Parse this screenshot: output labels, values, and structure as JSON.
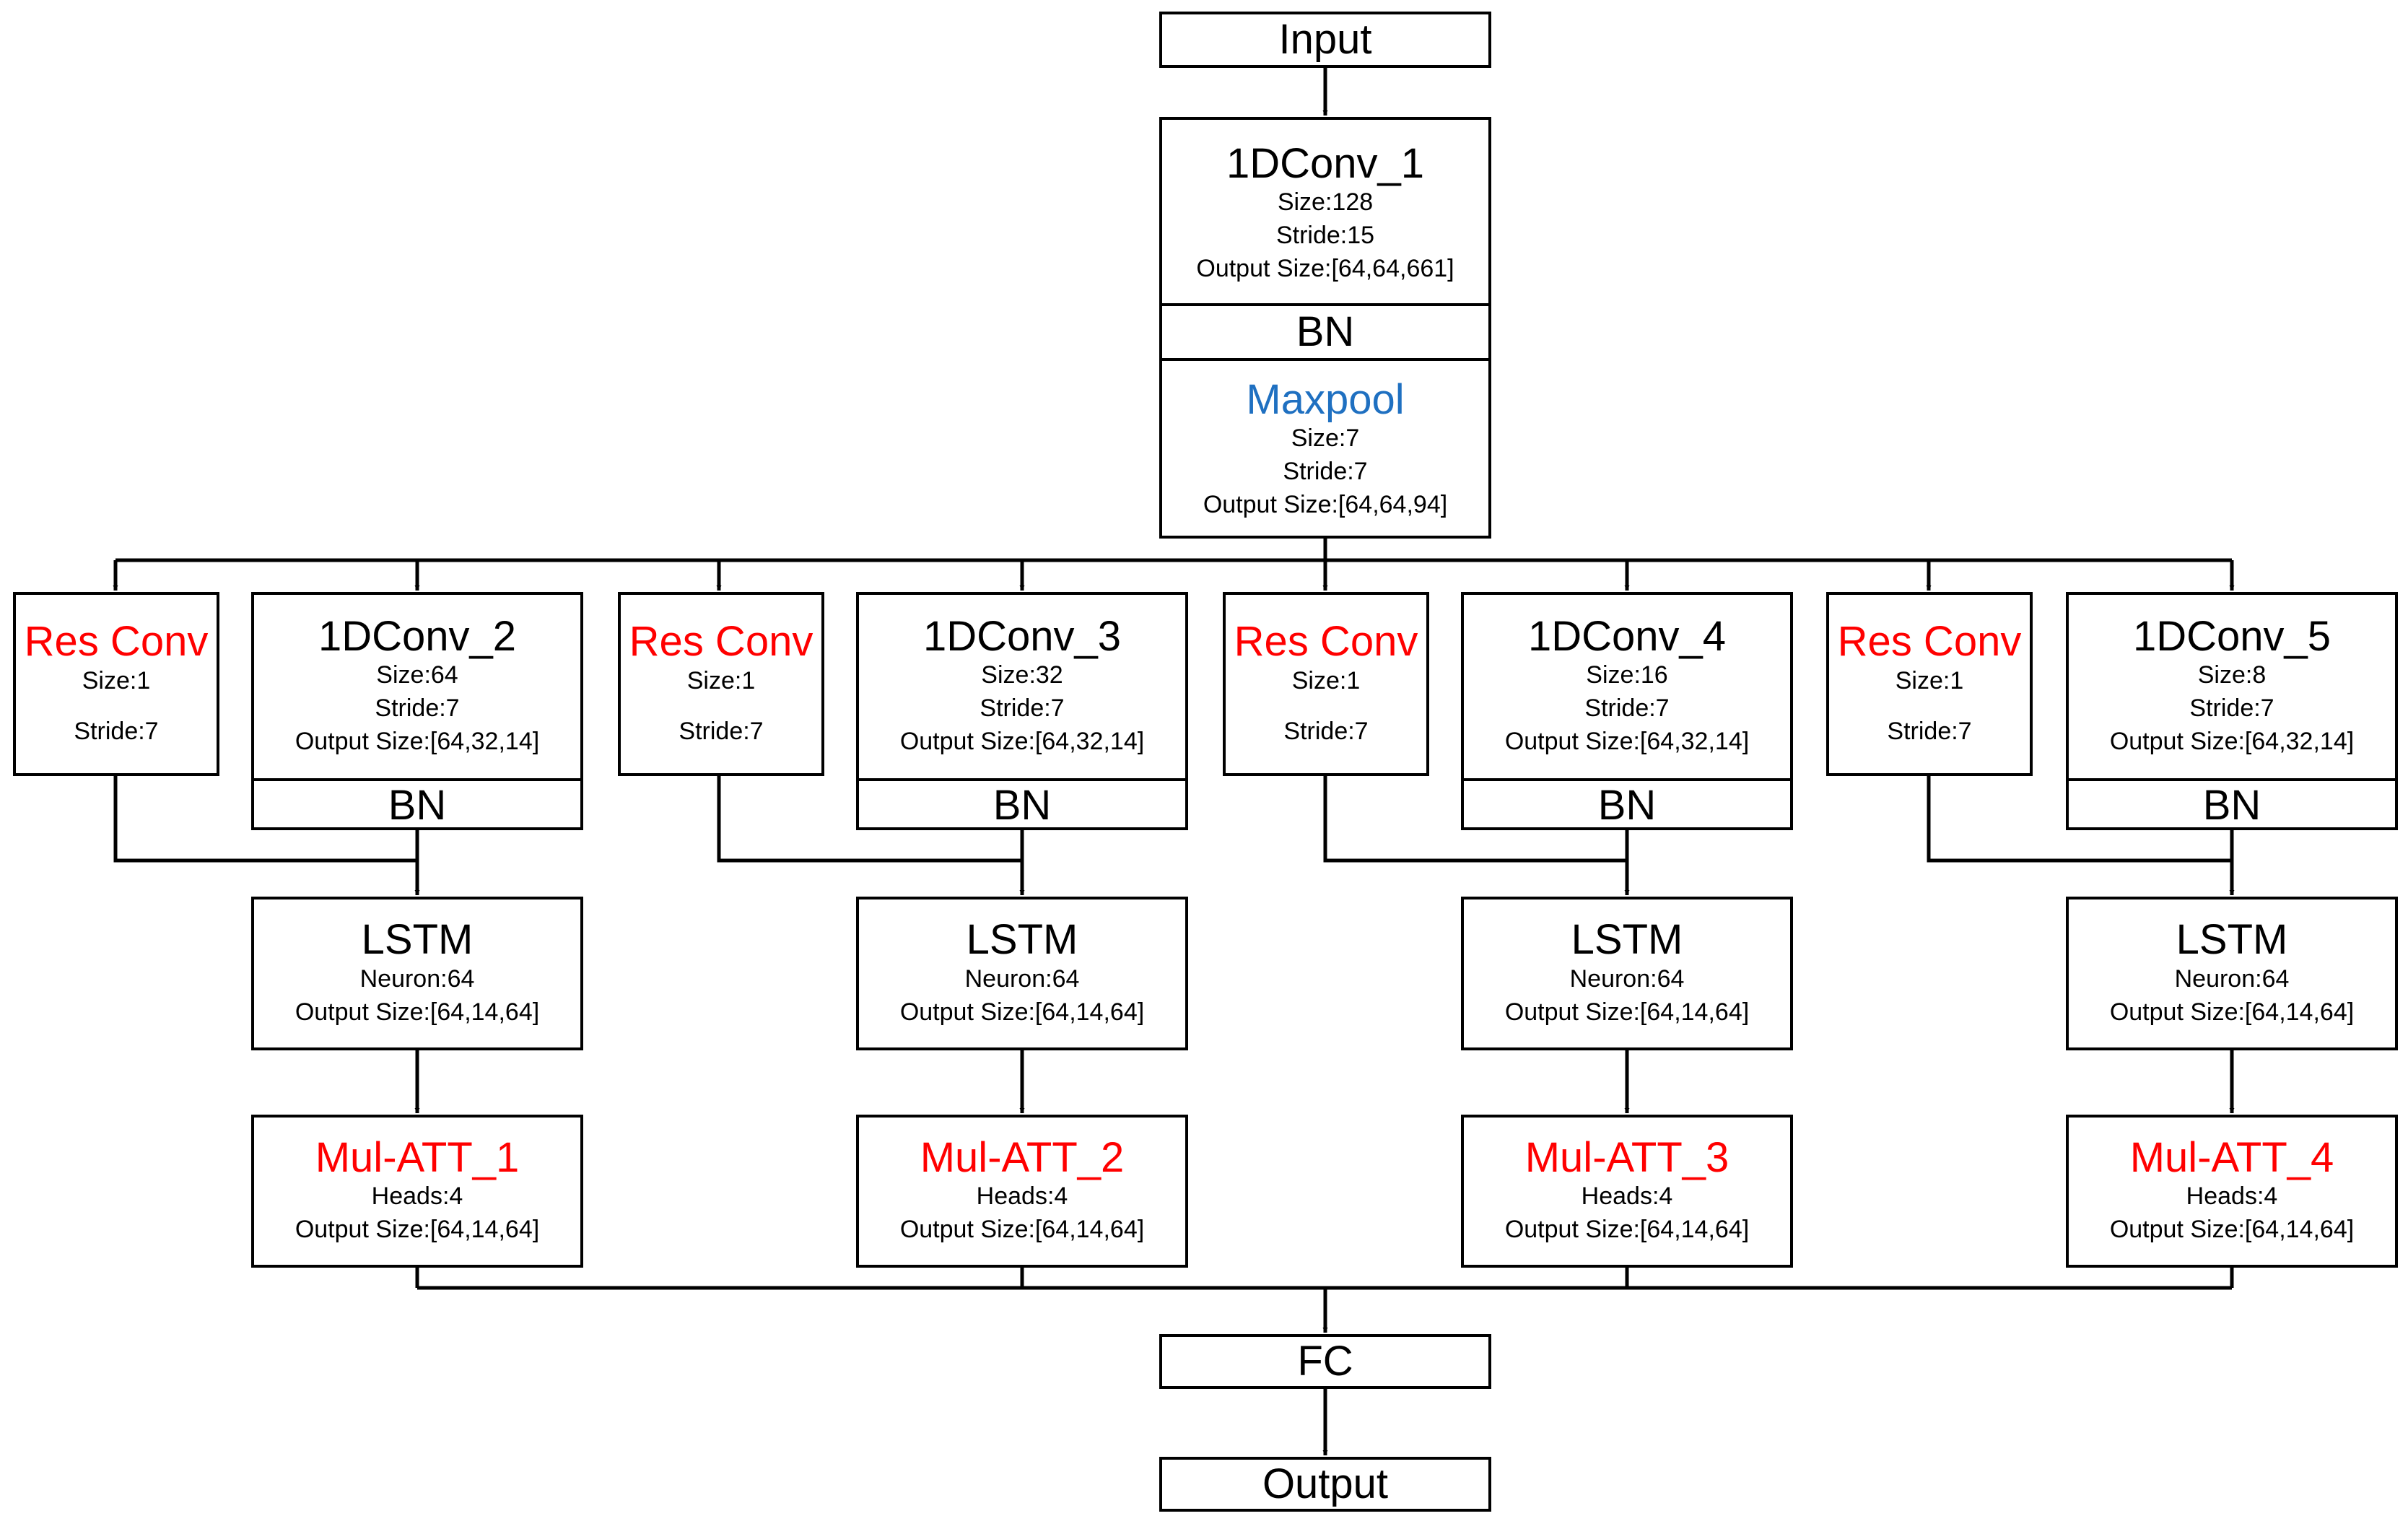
{
  "input": "Input",
  "conv1": {
    "title": "1DConv_1",
    "size": "Size:128",
    "stride": "Stride:15",
    "output": "Output Size:[64,64,661]",
    "bn": "BN"
  },
  "maxpool": {
    "title": "Maxpool",
    "size": "Size:7",
    "stride": "Stride:7",
    "output": "Output Size:[64,64,94]"
  },
  "branches": [
    {
      "res": {
        "title": "Res Conv",
        "size": "Size:1",
        "stride": "Stride:7"
      },
      "conv": {
        "title": "1DConv_2",
        "size": "Size:64",
        "stride": "Stride:7",
        "output": "Output Size:[64,32,14]",
        "bn": "BN"
      },
      "lstm": {
        "title": "LSTM",
        "neuron": "Neuron:64",
        "output": "Output Size:[64,14,64]"
      },
      "att": {
        "title": "Mul-ATT_1",
        "heads": "Heads:4",
        "output": "Output Size:[64,14,64]"
      }
    },
    {
      "res": {
        "title": "Res Conv",
        "size": "Size:1",
        "stride": "Stride:7"
      },
      "conv": {
        "title": "1DConv_3",
        "size": "Size:32",
        "stride": "Stride:7",
        "output": "Output Size:[64,32,14]",
        "bn": "BN"
      },
      "lstm": {
        "title": "LSTM",
        "neuron": "Neuron:64",
        "output": "Output Size:[64,14,64]"
      },
      "att": {
        "title": "Mul-ATT_2",
        "heads": "Heads:4",
        "output": "Output Size:[64,14,64]"
      }
    },
    {
      "res": {
        "title": "Res Conv",
        "size": "Size:1",
        "stride": "Stride:7"
      },
      "conv": {
        "title": "1DConv_4",
        "size": "Size:16",
        "stride": "Stride:7",
        "output": "Output Size:[64,32,14]",
        "bn": "BN"
      },
      "lstm": {
        "title": "LSTM",
        "neuron": "Neuron:64",
        "output": "Output Size:[64,14,64]"
      },
      "att": {
        "title": "Mul-ATT_3",
        "heads": "Heads:4",
        "output": "Output Size:[64,14,64]"
      }
    },
    {
      "res": {
        "title": "Res Conv",
        "size": "Size:1",
        "stride": "Stride:7"
      },
      "conv": {
        "title": "1DConv_5",
        "size": "Size:8",
        "stride": "Stride:7",
        "output": "Output Size:[64,32,14]",
        "bn": "BN"
      },
      "lstm": {
        "title": "LSTM",
        "neuron": "Neuron:64",
        "output": "Output Size:[64,14,64]"
      },
      "att": {
        "title": "Mul-ATT_4",
        "heads": "Heads:4",
        "output": "Output Size:[64,14,64]"
      }
    }
  ],
  "fc": "FC",
  "output": "Output",
  "colors": {
    "line": "#000000",
    "red_label": "#ff0000",
    "blue_label": "#1f70c1"
  }
}
